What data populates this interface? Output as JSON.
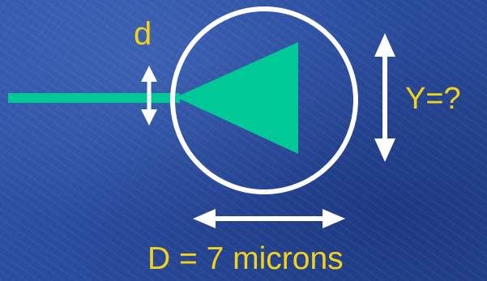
{
  "labels": {
    "small_d": "d",
    "y_label": "Y=?",
    "diameter": "D = 7 microns"
  },
  "colors": {
    "background": "#2a4fa3",
    "shape_fill": "#00c896",
    "text": "#f2d21a",
    "outline": "#ffffff"
  }
}
